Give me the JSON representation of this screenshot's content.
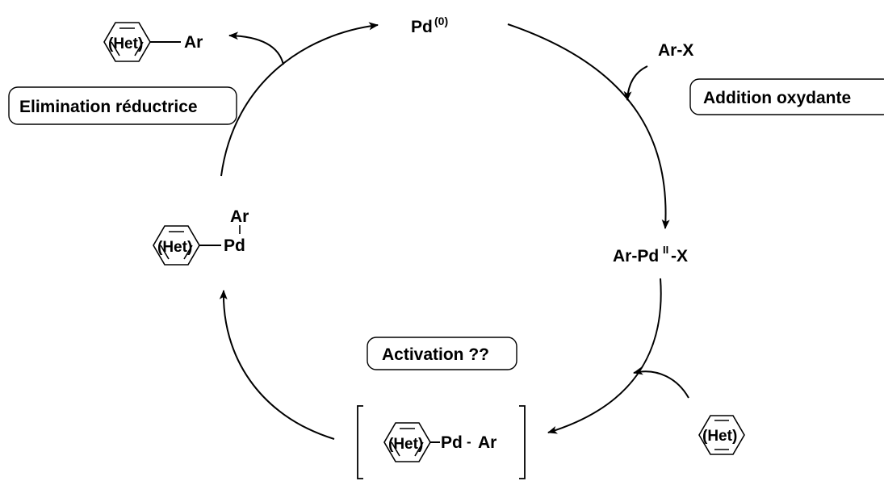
{
  "species": {
    "pd0_base": "Pd",
    "pd0_sup": "(0)",
    "ar_x": "Ar-X",
    "arpdx_left": "Ar-Pd",
    "arpdx_sup": "II",
    "arpdx_right": "-X",
    "product_ar": "Ar",
    "pd_intermediate_ar": "Ar",
    "pd_intermediate_pd": "Pd",
    "complex_pd": "Pd",
    "complex_dash": "-",
    "complex_ar": "Ar",
    "het": "(Het)"
  },
  "steps": {
    "reductive_elimination": "Elimination réductrice",
    "oxidative_addition": "Addition oxydante",
    "activation": "Activation ??"
  }
}
